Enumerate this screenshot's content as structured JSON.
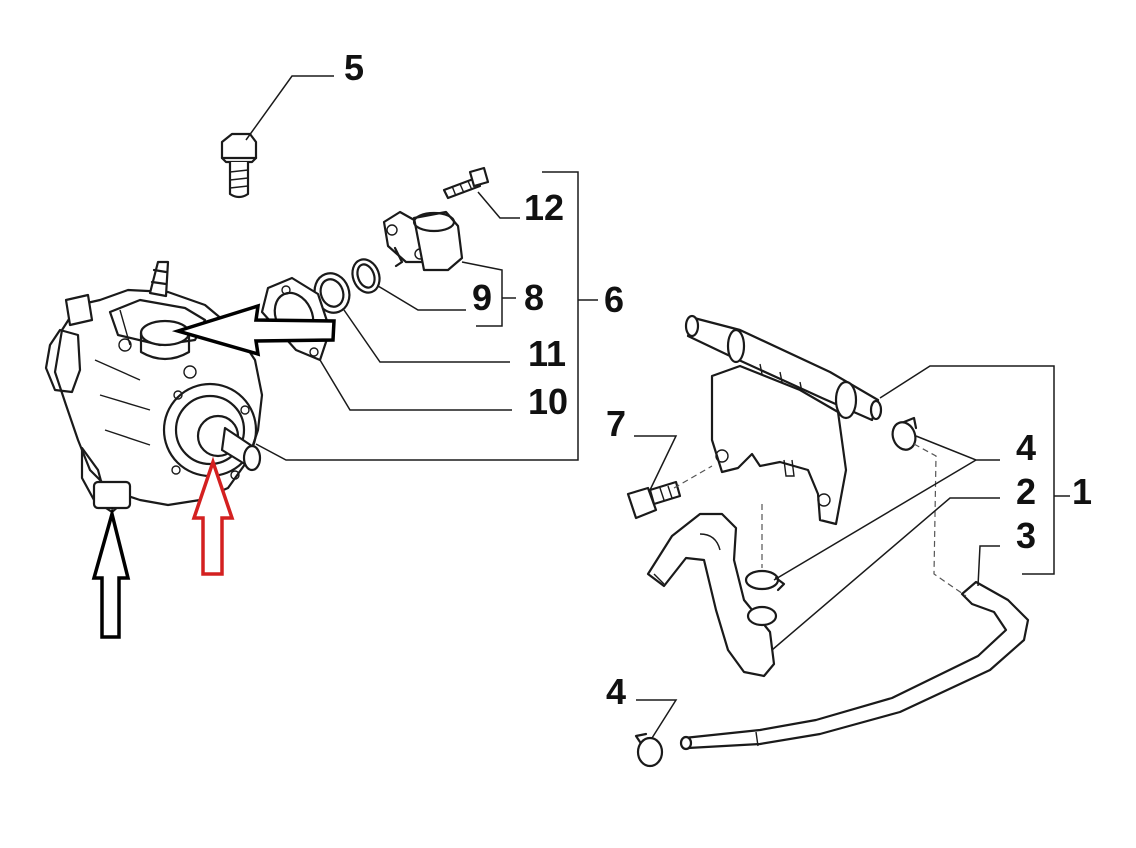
{
  "callouts": {
    "c1": "1",
    "c2": "2",
    "c3": "3",
    "c4a": "4",
    "c4b": "4",
    "c5": "5",
    "c6": "6",
    "c7": "7",
    "c8": "8",
    "c9": "9",
    "c10": "10",
    "c11": "11",
    "c12": "12"
  },
  "colors": {
    "line": "#1a1a1a",
    "highlight_arrow": "#d42020",
    "pointer_arrow": "#000000",
    "background": "#ffffff"
  }
}
